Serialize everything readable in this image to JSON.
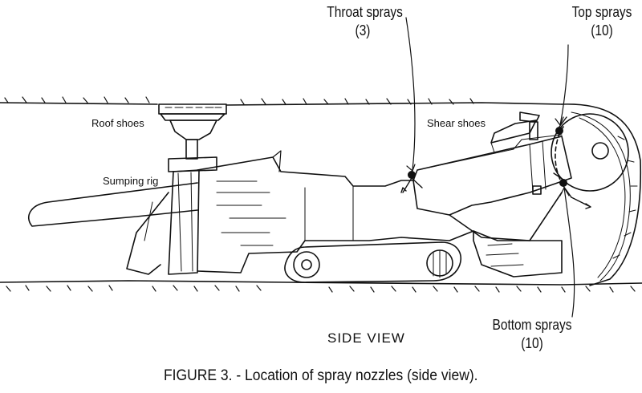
{
  "callouts": {
    "throat": {
      "name": "Throat sprays",
      "count": "(3)"
    },
    "top": {
      "name": "Top sprays",
      "count": "(10)"
    },
    "bottom": {
      "name": "Bottom sprays",
      "count": "(10)"
    }
  },
  "parts": {
    "roof_shoes": "Roof shoes",
    "shear_shoes": "Shear shoes",
    "sumping_rig": "Sumping rig"
  },
  "view_label": "SIDE VIEW",
  "caption": "FIGURE 3. - Location of spray nozzles (side view).",
  "colors": {
    "ink": "#111111",
    "paper": "#ffffff"
  }
}
